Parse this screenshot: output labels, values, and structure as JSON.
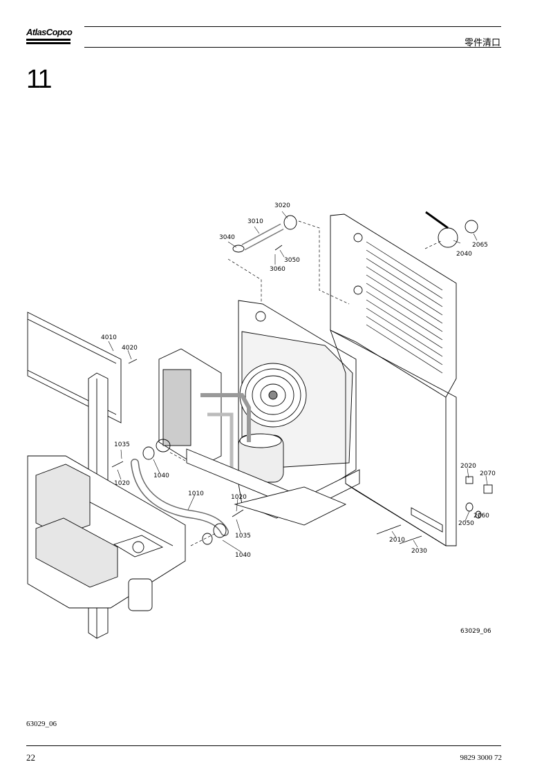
{
  "header": {
    "brand": "AtlasCopco",
    "section_title": "零件清口"
  },
  "chapter_number": "11",
  "figure": {
    "figure_id": "63029_06",
    "callouts": {
      "c1010": "1010",
      "c1020a": "1020",
      "c1020b": "1020",
      "c1035a": "1035",
      "c1035b": "1035",
      "c1040a": "1040",
      "c1040b": "1040",
      "c2010": "2010",
      "c2020": "2020",
      "c2030": "2030",
      "c2040": "2040",
      "c2050": "2050",
      "c2060": "2060",
      "c2065": "2065",
      "c2070": "2070",
      "c3010": "3010",
      "c3020": "3020",
      "c3040": "3040",
      "c3050": "3050",
      "c3060": "3060",
      "c4010": "4010",
      "c4020": "4020"
    }
  },
  "footer": {
    "figure_reference": "63029_06",
    "page_number": "22",
    "document_number": "9829 3000 72"
  }
}
